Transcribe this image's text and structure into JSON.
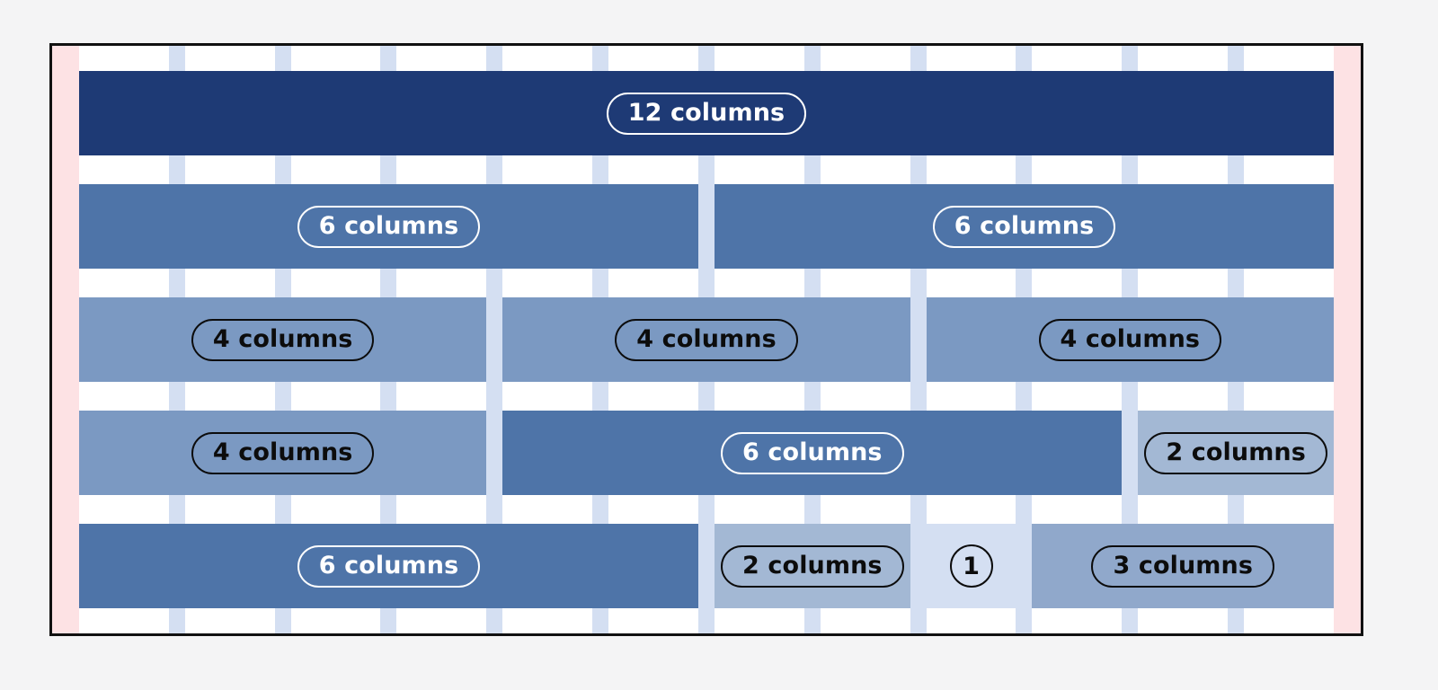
{
  "canvas": {
    "background": "#f4f4f5",
    "border_color": "#111111",
    "margin_strip_color": "#fde2e4",
    "gutter_color": "#d4dff2",
    "column_count": 12,
    "gutter_count": 11
  },
  "palette": {
    "navy": "#1e3a75",
    "blue_600": "#4e74a8",
    "blue_500": "#7b99c2",
    "blue_400": "#a3b8d4",
    "blue_100": "#d4dff2",
    "pill_light": "#ffffff",
    "pill_dark": "#0c0c0c"
  },
  "rows": [
    {
      "name": "row-12",
      "blocks": [
        {
          "label": "12 columns",
          "span": 12,
          "color": "#1e3a75",
          "pill": "light",
          "shape": "pill"
        }
      ]
    },
    {
      "name": "row-6-6",
      "blocks": [
        {
          "label": "6 columns",
          "span": 6,
          "color": "#4e74a8",
          "pill": "light",
          "shape": "pill"
        },
        {
          "label": "6 columns",
          "span": 6,
          "color": "#4e74a8",
          "pill": "light",
          "shape": "pill"
        }
      ]
    },
    {
      "name": "row-4-4-4",
      "blocks": [
        {
          "label": "4 columns",
          "span": 4,
          "color": "#7b99c2",
          "pill": "dark",
          "shape": "pill"
        },
        {
          "label": "4 columns",
          "span": 4,
          "color": "#7b99c2",
          "pill": "dark",
          "shape": "pill"
        },
        {
          "label": "4 columns",
          "span": 4,
          "color": "#7b99c2",
          "pill": "dark",
          "shape": "pill"
        }
      ]
    },
    {
      "name": "row-4-6-2",
      "blocks": [
        {
          "label": "4 columns",
          "span": 4,
          "color": "#7b99c2",
          "pill": "dark",
          "shape": "pill"
        },
        {
          "label": "6 columns",
          "span": 6,
          "color": "#4e74a8",
          "pill": "light",
          "shape": "pill"
        },
        {
          "label": "2 columns",
          "span": 2,
          "color": "#a3b8d4",
          "pill": "dark",
          "shape": "pill"
        }
      ]
    },
    {
      "name": "row-6-2-1-3",
      "blocks": [
        {
          "label": "6 columns",
          "span": 6,
          "color": "#4e74a8",
          "pill": "light",
          "shape": "pill"
        },
        {
          "label": "2 columns",
          "span": 2,
          "color": "#a3b8d4",
          "pill": "dark",
          "shape": "pill"
        },
        {
          "label": "1",
          "span": 1,
          "color": "#d4dff2",
          "pill": "dark",
          "shape": "circle"
        },
        {
          "label": "3 columns",
          "span": 3,
          "color": "#90a8cb",
          "pill": "dark",
          "shape": "pill"
        }
      ]
    }
  ]
}
